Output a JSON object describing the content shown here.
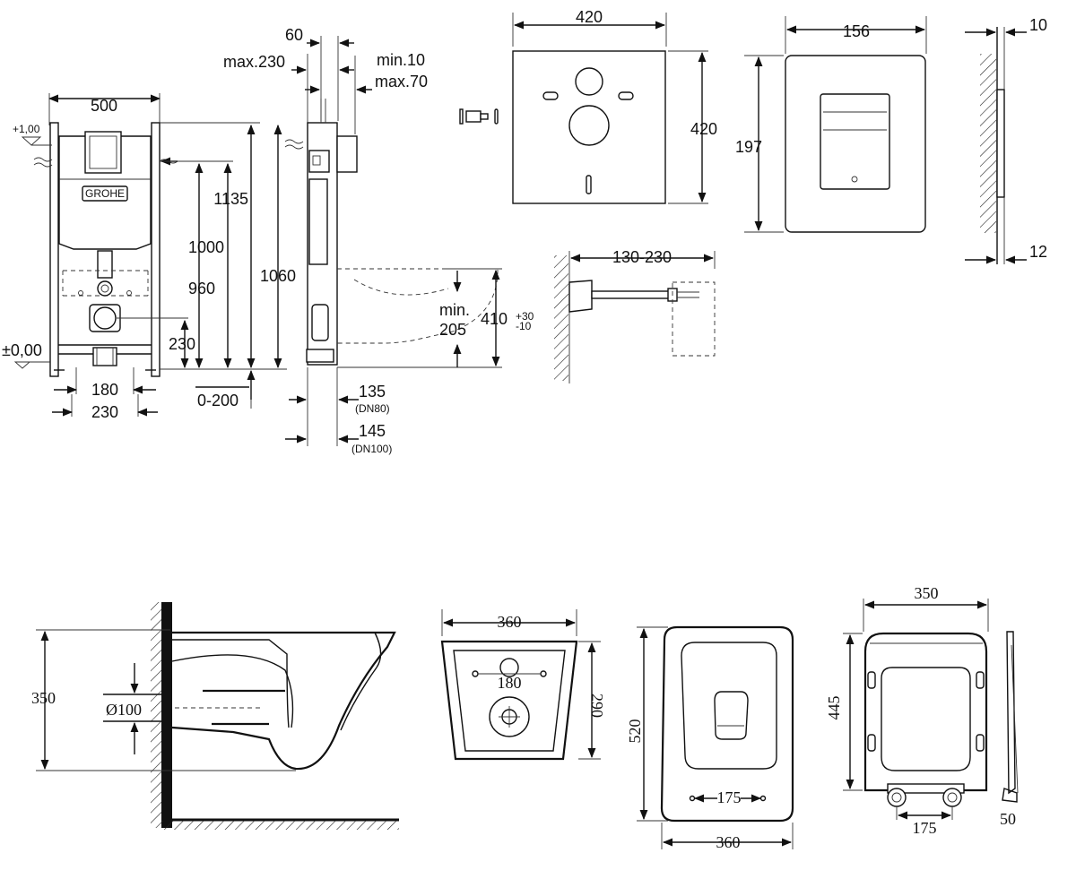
{
  "logo": {
    "brand": "GROHE"
  },
  "frame_view": {
    "width": "500",
    "top_mark": "+1,00",
    "zero_mark": "±0,00",
    "h1135": "1135",
    "h1000": "1000",
    "h960": "960",
    "h1060": "1060",
    "h230": "230",
    "w180": "180",
    "w230": "230",
    "range": "0-200"
  },
  "side_view": {
    "d60": "60",
    "max230": "max.230",
    "min10": "min.10",
    "max70": "max.70",
    "min205_a": "min.",
    "min205_b": "205",
    "h410": "410",
    "tol_plus": "+30",
    "tol_minus": "-10",
    "d135": "135",
    "dn80": "(DN80)",
    "d145": "145",
    "dn100": "(DN100)"
  },
  "mat": {
    "w": "420",
    "h": "420"
  },
  "bolt": {
    "range": "130-230"
  },
  "plate": {
    "w": "156",
    "h": "197",
    "t_top": "10",
    "t_bottom": "12"
  },
  "bowl_side": {
    "h": "350",
    "pipe": "Ø100"
  },
  "bowl_rear": {
    "w": "360",
    "h": "290",
    "holes": "180"
  },
  "bowl_top": {
    "len": "520",
    "w": "360",
    "holes": "175"
  },
  "seat": {
    "w": "350",
    "len": "445",
    "holes": "175",
    "t": "50"
  }
}
